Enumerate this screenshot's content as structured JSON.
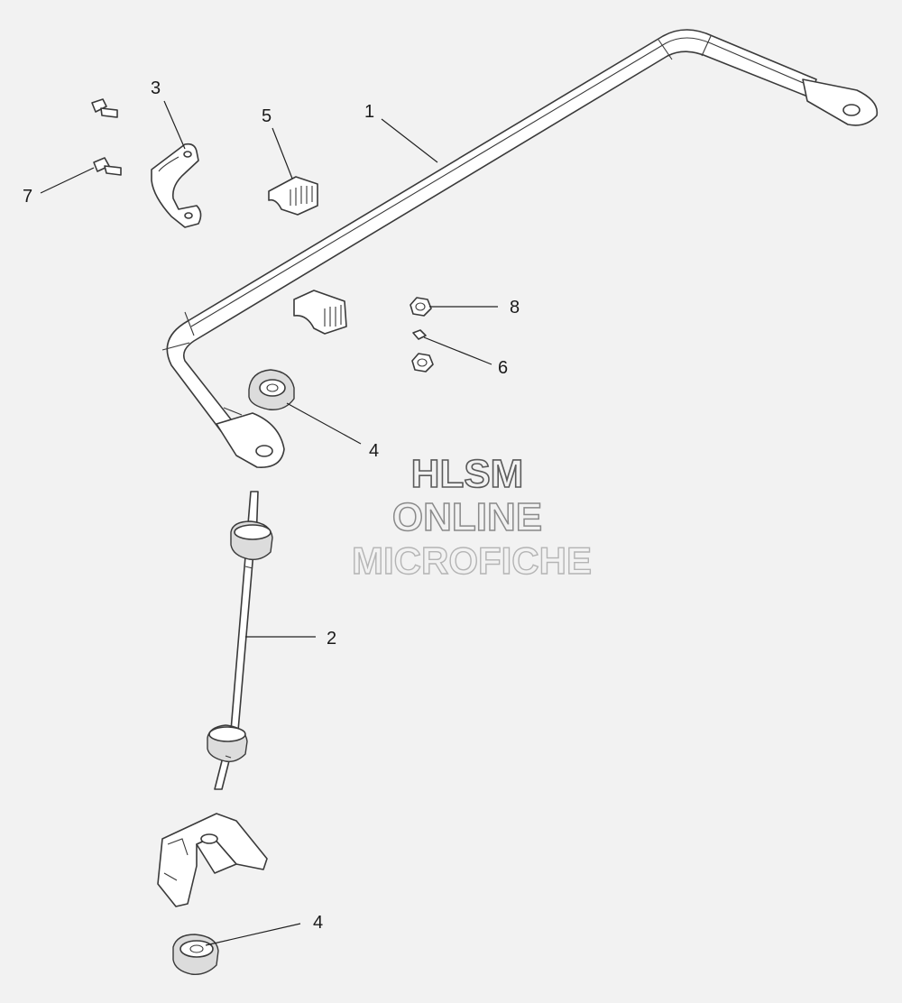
{
  "callouts": {
    "c1": "1",
    "c2": "2",
    "c3": "3",
    "c4a": "4",
    "c4b": "4",
    "c5": "5",
    "c6": "6",
    "c7": "7",
    "c8": "8"
  },
  "watermark": {
    "line1": "HLSM",
    "line2": "ONLINE",
    "line3": "MICROFICHE"
  }
}
